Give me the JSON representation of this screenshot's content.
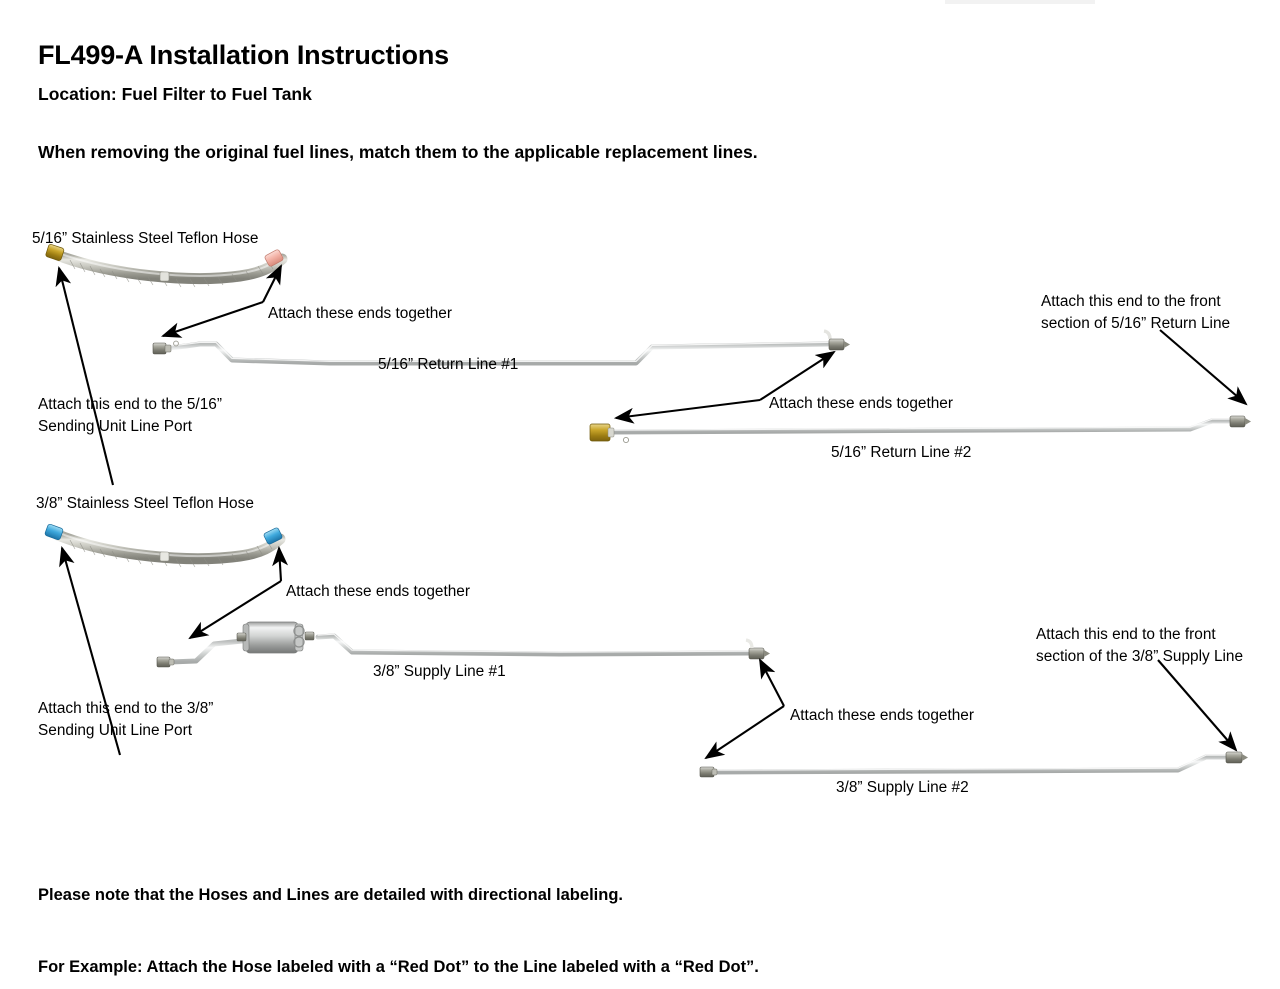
{
  "document": {
    "title": "FL499-A Installation Instructions",
    "location": "Location: Fuel Filter to Fuel Tank",
    "instruction": "When removing the original fuel lines, match them to the applicable replacement lines.",
    "note_line_1": "Please note that the Hoses and Lines are detailed with directional labeling.",
    "note_line_2": "For Example: Attach the Hose labeled with a “Red Dot” to the Line labeled with a “Red Dot”."
  },
  "colors": {
    "page_background": "#ffffff",
    "text": "#000000",
    "arrow": "#000000",
    "brass_fitting": "#b08a16",
    "red_dot_marker": "#f2b0a6",
    "blue_dot_marker": "#3fa9dd",
    "steel_line": "#c9cbcb",
    "steel_line_highlight": "#f4f5f5",
    "braid_light": "#dcdcd6",
    "braid_dark": "#9a9a90",
    "filter_canister": "#c5c7c6"
  },
  "parts": {
    "hose_516": {
      "label": "5/16” Stainless Steel Teflon Hose",
      "left_fitting": "brass-fitting",
      "right_fitting": "red-dot-fitting"
    },
    "hose_38": {
      "label": "3/8” Stainless Steel Teflon Hose",
      "left_fitting": "blue-dot-fitting",
      "right_fitting": "blue-dot-fitting"
    },
    "return_line_1": {
      "label": "5/16” Return Line #1"
    },
    "return_line_2": {
      "label": "5/16” Return Line #2"
    },
    "supply_line_1": {
      "label": "3/8” Supply Line #1"
    },
    "supply_line_2": {
      "label": "3/8” Supply Line #2"
    }
  },
  "annotations": {
    "attach_ends_516_hose": "Attach these ends together",
    "attach_516_sending_unit": "Attach this end to the 5/16”\nSending Unit Line Port",
    "attach_ends_516_lines": "Attach these ends together",
    "attach_front_516_return": "Attach this end to the front\nsection of 5/16” Return Line",
    "attach_ends_38_hose": "Attach these ends together",
    "attach_38_sending_unit": "Attach this end to the 3/8”\nSending Unit Line Port",
    "attach_ends_38_lines": "Attach these ends together",
    "attach_front_38_supply": "Attach this end to the front\nsection of the 3/8” Supply Line"
  }
}
